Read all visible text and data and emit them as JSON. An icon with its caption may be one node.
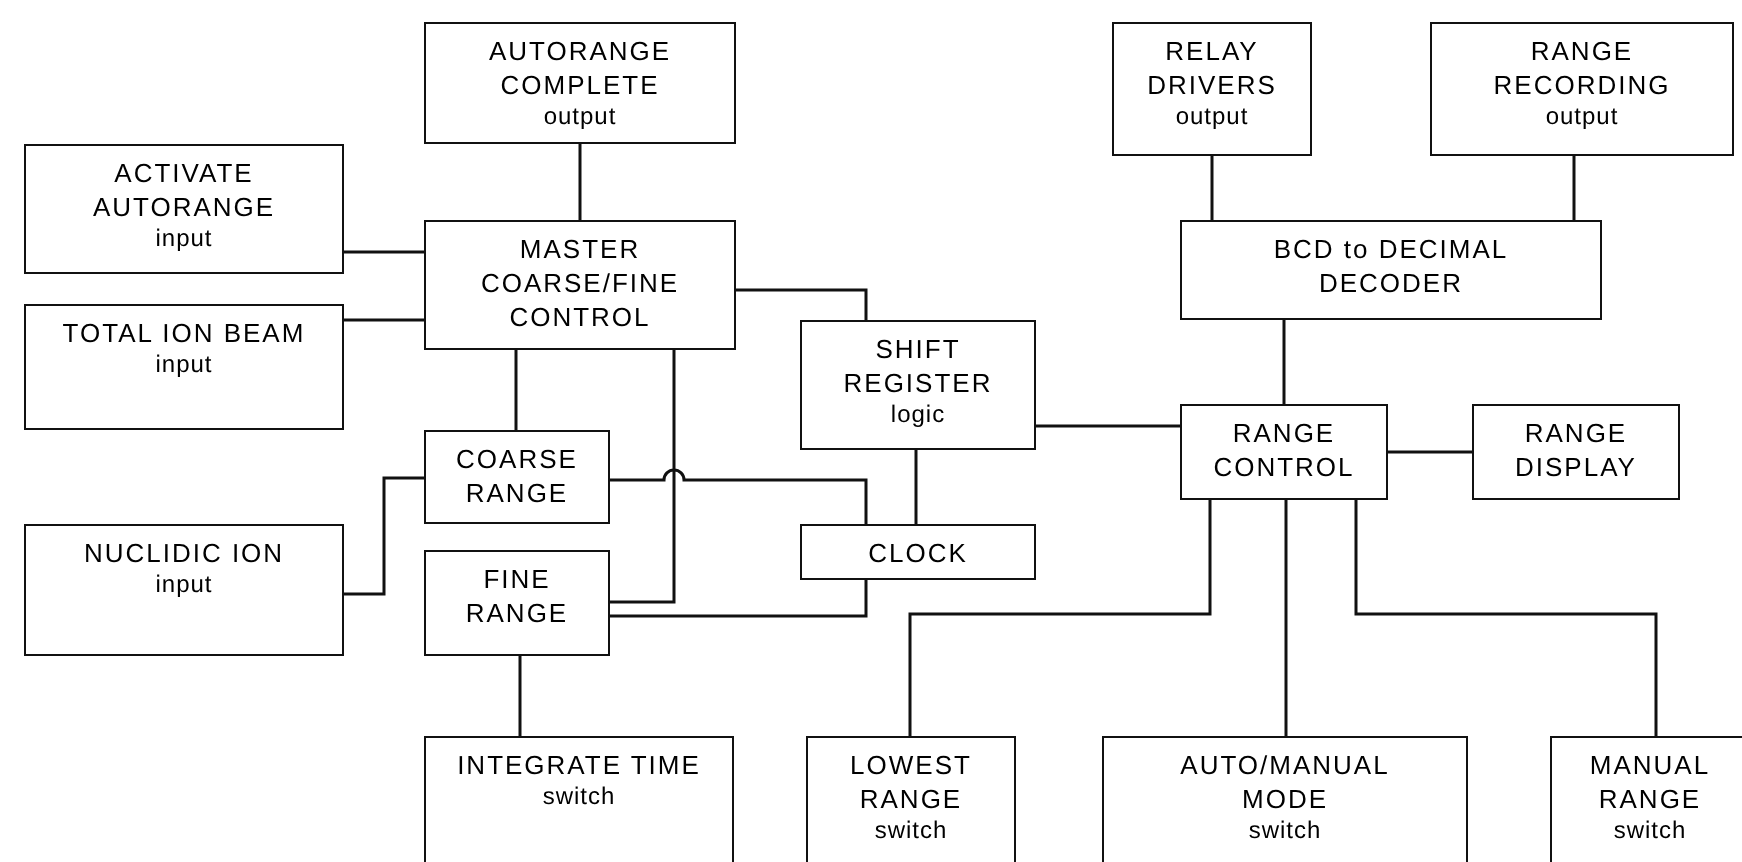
{
  "diagram": {
    "nodes": [
      {
        "text": [
          "AUTORANGE COMPLETE",
          "output"
        ]
      },
      {
        "text": [
          "RELAY DRIVERS",
          "output"
        ]
      },
      {
        "text": [
          "RANGE RECORDING",
          "output"
        ]
      },
      {
        "text": [
          "ACTIVATE AUTORANGE",
          "input"
        ]
      },
      {
        "text": [
          "MASTER COARSE/FINE CONTROL"
        ]
      },
      {
        "text": [
          "BCD to DECIMAL DECODER"
        ]
      },
      {
        "text": [
          "TOTAL ION BEAM",
          "input"
        ]
      },
      {
        "text": [
          "SHIFT REGISTER",
          "logic"
        ]
      },
      {
        "text": [
          "COARSE RANGE"
        ]
      },
      {
        "text": [
          "RANGE CONTROL"
        ]
      },
      {
        "text": [
          "RANGE DISPLAY"
        ]
      },
      {
        "text": [
          "NUCLIDIC ION",
          "input"
        ]
      },
      {
        "text": [
          "CLOCK"
        ]
      },
      {
        "text": [
          "FINE RANGE"
        ]
      },
      {
        "text": [
          "INTEGRATE TIME",
          "switch"
        ]
      },
      {
        "text": [
          "LOWEST RANGE",
          "switch"
        ]
      },
      {
        "text": [
          "AUTO/MANUAL MODE",
          "switch"
        ]
      },
      {
        "text": [
          "MANUAL RANGE",
          "switch"
        ]
      }
    ],
    "edges": [
      {
        "from": 0,
        "to": 4,
        "arrow": "none"
      },
      {
        "from": 3,
        "to": 4,
        "arrow": "none"
      },
      {
        "from": 6,
        "to": 4,
        "arrow": "none"
      },
      {
        "from": 4,
        "to": 7,
        "arrow": "none"
      },
      {
        "from": 4,
        "to": 8,
        "arrow": "none"
      },
      {
        "from": 4,
        "to": 13,
        "arrow": "none"
      },
      {
        "from": 11,
        "to": 8,
        "arrow": "none"
      },
      {
        "from": 8,
        "to": 12,
        "arrow": "none"
      },
      {
        "from": 7,
        "to": 12,
        "arrow": "none"
      },
      {
        "from": 12,
        "to": 13,
        "arrow": "none"
      },
      {
        "from": 13,
        "to": 14,
        "arrow": "none"
      },
      {
        "from": 7,
        "to": 9,
        "arrow": "none"
      },
      {
        "from": 1,
        "to": 5,
        "arrow": "none"
      },
      {
        "from": 2,
        "to": 5,
        "arrow": "none"
      },
      {
        "from": 5,
        "to": 9,
        "arrow": "none"
      },
      {
        "from": 9,
        "to": 10,
        "arrow": "none"
      },
      {
        "from": 9,
        "to": 15,
        "arrow": "none"
      },
      {
        "from": 9,
        "to": 16,
        "arrow": "none"
      },
      {
        "from": 9,
        "to": 17,
        "arrow": "none"
      }
    ]
  }
}
